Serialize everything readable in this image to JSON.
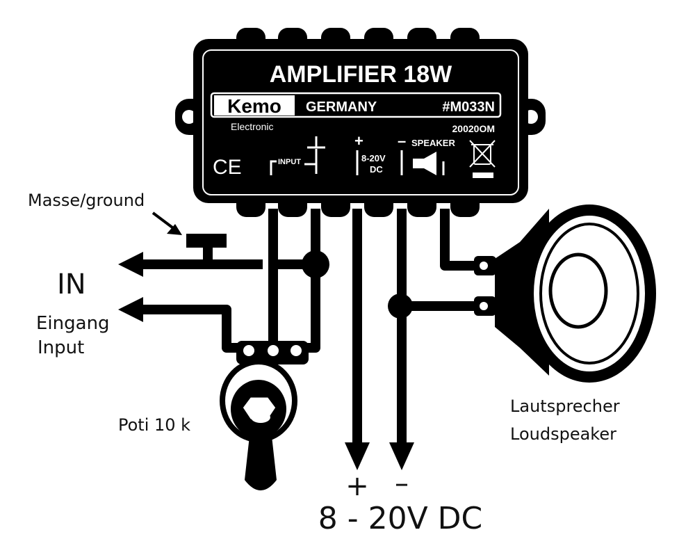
{
  "module": {
    "title": "AMPLIFIER 18W",
    "brand": "Kemo",
    "brand_sub": "Electronic",
    "country": "GERMANY",
    "part_no": "#M033N",
    "code": "20020OM",
    "ce_mark": "CE",
    "input_label": "INPUT",
    "power_label_1": "8-20V",
    "power_label_2": "DC",
    "speaker_label": "SPEAKER",
    "plus_sign": "+",
    "minus_sign": "–"
  },
  "labels": {
    "ground": "Masse/ground",
    "in": "IN",
    "eingang": "Eingang",
    "input": "Input",
    "poti": "Poti 10 k",
    "lautsprecher": "Lautsprecher",
    "loudspeaker": "Loudspeaker",
    "plus": "+",
    "minus": "–",
    "supply": "8 - 20V DC"
  },
  "colors": {
    "ink": "#000000",
    "paper": "#ffffff"
  },
  "icons": [
    "ground-symbol-icon",
    "ce-mark-icon",
    "speaker-symbol-icon",
    "weee-bin-icon",
    "potentiometer-icon",
    "loudspeaker-icon"
  ]
}
